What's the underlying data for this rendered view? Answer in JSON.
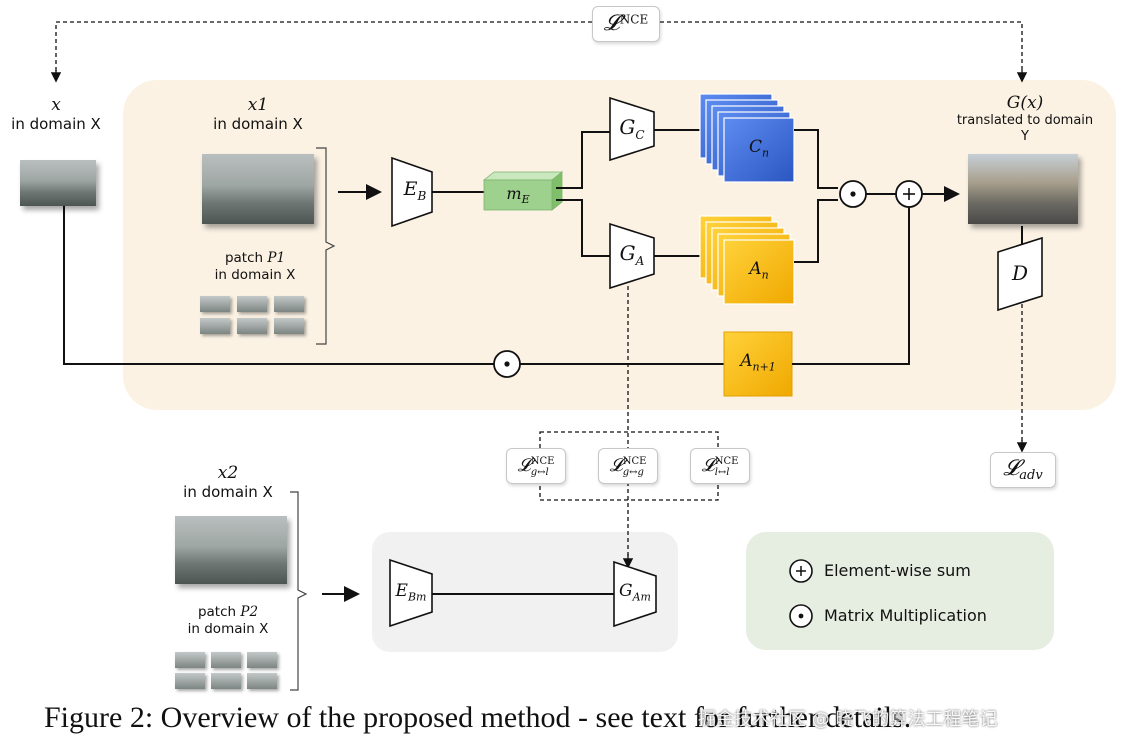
{
  "loss_top": {
    "symbol": "𝓛",
    "sup": "NCE"
  },
  "input_x": {
    "var": "x",
    "domain": "in domain X"
  },
  "input_x1": {
    "var": "x1",
    "domain": "in domain X"
  },
  "patch_p1": {
    "text": "patch ",
    "var": "P1",
    "domain": "in domain X"
  },
  "encoder_eb": {
    "base": "E",
    "sub": "B"
  },
  "feature_me": {
    "base": "m",
    "sub": "E"
  },
  "generator_gc": {
    "base": "G",
    "sub": "C"
  },
  "generator_ga": {
    "base": "G",
    "sub": "A"
  },
  "content_cn": {
    "base": "C",
    "sub": "n"
  },
  "attention_an": {
    "base": "A",
    "sub": "n"
  },
  "attention_an1": {
    "base": "A",
    "sub": "n+1"
  },
  "output_gx": {
    "var": "G(x)",
    "desc": "translated to domain",
    "domain": "Y"
  },
  "discriminator_d": {
    "var": "D"
  },
  "loss_adv": {
    "symbol": "𝓛",
    "sub": "adv"
  },
  "nce_losses": [
    {
      "symbol": "𝓛",
      "sup": "NCE",
      "sub": "g↔l"
    },
    {
      "symbol": "𝓛",
      "sup": "NCE",
      "sub": "g↔g"
    },
    {
      "symbol": "𝓛",
      "sup": "NCE",
      "sub": "l↔l"
    }
  ],
  "input_x2": {
    "var": "x2",
    "domain": "in domain X"
  },
  "patch_p2": {
    "text": "patch ",
    "var": "P2",
    "domain": "in domain X"
  },
  "encoder_ebm": {
    "base": "E",
    "sub": "Bm"
  },
  "generator_gam": {
    "base": "G",
    "sub": "Am"
  },
  "legend": {
    "sum": "Element-wise sum",
    "mult": "Matrix Multiplication"
  },
  "caption": "Figure 2: Overview of the proposed method - see text for further details.",
  "watermark": "掘金技术社区 @ 晓飞的算法工程笔记",
  "colors": {
    "main_panel": "#fbf2e4",
    "feature": "#9fd18e",
    "content": "#3f6fd6",
    "attention": "#f5bd17",
    "legend_panel": "#e6eee2"
  }
}
